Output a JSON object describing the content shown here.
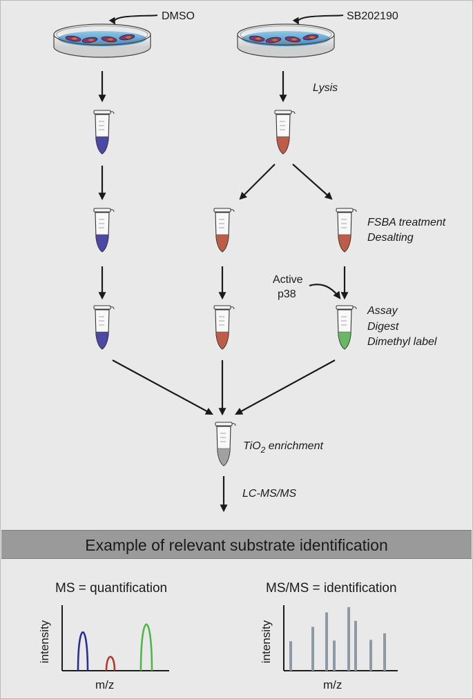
{
  "conditions": {
    "left_treatment": "DMSO",
    "right_treatment": "SB202190"
  },
  "steps": {
    "lysis": "Lysis",
    "fsba_1": "FSBA treatment",
    "fsba_2": "Desalting",
    "active_1": "Active",
    "active_2": "p38",
    "assay_1": "Assay",
    "assay_2": "Digest",
    "assay_3": "Dimethyl label",
    "tio2_main": "TiO",
    "tio2_sub": "2",
    "tio2_rest": " enrichment",
    "lcms": "LC-MS/MS"
  },
  "banner": {
    "title": "Example of relevant substrate identification"
  },
  "ms_panel": {
    "title": "MS = quantification",
    "ylabel": "intensity",
    "xlabel": "m/z"
  },
  "msms_panel": {
    "title": "MS/MS = identification",
    "ylabel": "intensity",
    "xlabel": "m/z"
  },
  "colors": {
    "dmso_tube": "#3f3a9c",
    "sb_tube": "#b8503a",
    "labeled_tube": "#5fb35a",
    "pooled_tube": "#9a9a9a",
    "ms_peak_1": "#2b2e8f",
    "ms_peak_2": "#b13a2a",
    "ms_peak_3": "#4db848",
    "msms_bar": "#8e9aa3"
  },
  "chart_data": [
    {
      "type": "line",
      "title": "MS = quantification",
      "xlabel": "m/z",
      "ylabel": "intensity",
      "series": [
        {
          "color": "#2b2e8f",
          "x": [
            1
          ],
          "y": [
            0.72
          ]
        },
        {
          "color": "#b13a2a",
          "x": [
            2
          ],
          "y": [
            0.22
          ]
        },
        {
          "color": "#4db848",
          "x": [
            3
          ],
          "y": [
            0.88
          ]
        }
      ]
    },
    {
      "type": "bar",
      "title": "MS/MS = identification",
      "xlabel": "m/z",
      "ylabel": "intensity",
      "values": [
        0.45,
        0.67,
        0.89,
        0.46,
        0.97,
        0.76,
        0.47,
        0.57
      ]
    }
  ]
}
